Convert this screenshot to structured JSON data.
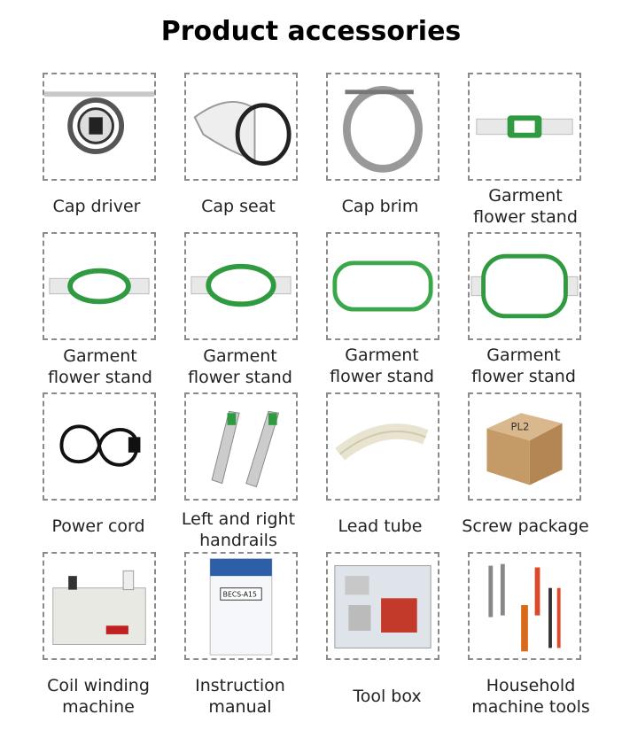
{
  "title": "Product accessories",
  "items": [
    {
      "label1": "Cap driver",
      "label2": "",
      "icon": "cap-driver-image"
    },
    {
      "label1": "Cap seat",
      "label2": "",
      "icon": "cap-seat-image"
    },
    {
      "label1": "Cap brim",
      "label2": "",
      "icon": "cap-brim-image"
    },
    {
      "label1": "Garment",
      "label2": "flower stand",
      "icon": "small-hoop-image"
    },
    {
      "label1": "Garment",
      "label2": "flower stand",
      "icon": "hoop-image"
    },
    {
      "label1": "Garment",
      "label2": "flower stand",
      "icon": "hoop-image"
    },
    {
      "label1": "Garment",
      "label2": "flower stand",
      "icon": "large-hoop-image"
    },
    {
      "label1": "Garment",
      "label2": "flower stand",
      "icon": "large-hoop-image"
    },
    {
      "label1": "Power cord",
      "label2": "",
      "icon": "power-cord-image"
    },
    {
      "label1": "Left and right",
      "label2": "handrails",
      "icon": "handrails-image"
    },
    {
      "label1": "Lead tube",
      "label2": "",
      "icon": "lead-tube-image"
    },
    {
      "label1": "Screw package",
      "label2": "",
      "icon": "box-image"
    },
    {
      "label1": "Coil winding",
      "label2": "machine",
      "icon": "winder-image"
    },
    {
      "label1": "Instruction",
      "label2": "manual",
      "icon": "manual-image"
    },
    {
      "label1": "Tool box",
      "label2": "",
      "icon": "toolbox-image"
    },
    {
      "label1": "Household",
      "label2": "machine tools",
      "icon": "tools-image"
    }
  ],
  "box_text": "PL2",
  "manual_title": "BECS-A15"
}
